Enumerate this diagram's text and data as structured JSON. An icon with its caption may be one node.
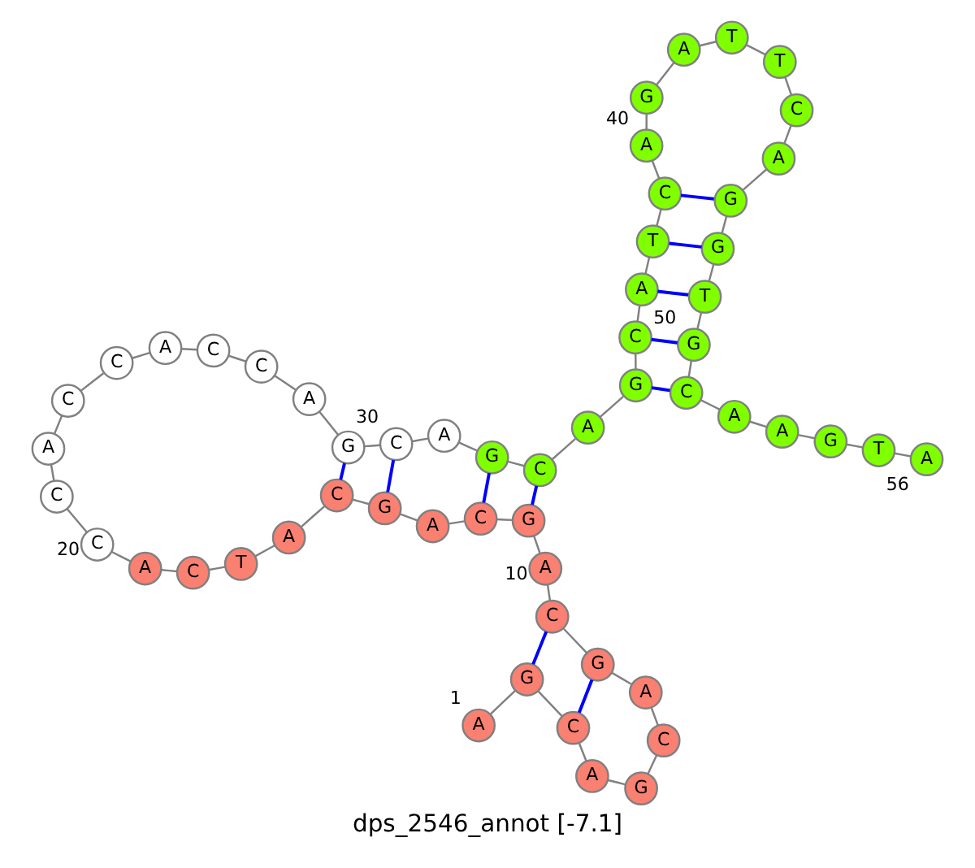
{
  "diagram": {
    "caption": "dps_2546_annot [-7.1]",
    "nodes": [
      {
        "text": [
          "A"
        ],
        "beside": [
          "1"
        ]
      },
      {
        "text": [
          "G"
        ]
      },
      {
        "text": [
          "C"
        ]
      },
      {
        "text": [
          "A"
        ]
      },
      {
        "text": [
          "G"
        ]
      },
      {
        "text": [
          "C"
        ]
      },
      {
        "text": [
          "A"
        ]
      },
      {
        "text": [
          "G"
        ]
      },
      {
        "text": [
          "C"
        ]
      },
      {
        "text": [
          "A"
        ],
        "beside": [
          "10"
        ]
      },
      {
        "text": [
          "G"
        ]
      },
      {
        "text": [
          "C"
        ]
      },
      {
        "text": [
          "A"
        ]
      },
      {
        "text": [
          "G"
        ]
      },
      {
        "text": [
          "C"
        ]
      },
      {
        "text": [
          "A"
        ]
      },
      {
        "text": [
          "T"
        ]
      },
      {
        "text": [
          "C"
        ]
      },
      {
        "text": [
          "A"
        ]
      },
      {
        "text": [
          "C"
        ],
        "beside": [
          "20"
        ]
      },
      {
        "text": [
          "C"
        ]
      },
      {
        "text": [
          "A"
        ]
      },
      {
        "text": [
          "C"
        ]
      },
      {
        "text": [
          "C"
        ]
      },
      {
        "text": [
          "A"
        ]
      },
      {
        "text": [
          "C"
        ]
      },
      {
        "text": [
          "C"
        ]
      },
      {
        "text": [
          "A"
        ]
      },
      {
        "text": [
          "G"
        ]
      },
      {
        "text": [
          "C"
        ],
        "beside": [
          "30"
        ]
      },
      {
        "text": [
          "A"
        ]
      },
      {
        "text": [
          "G"
        ]
      },
      {
        "text": [
          "C"
        ]
      },
      {
        "text": [
          "A"
        ]
      },
      {
        "text": [
          "G"
        ]
      },
      {
        "text": [
          "C"
        ]
      },
      {
        "text": [
          "A"
        ]
      },
      {
        "text": [
          "T"
        ]
      },
      {
        "text": [
          "C"
        ]
      },
      {
        "text": [
          "A"
        ],
        "beside": [
          "40"
        ]
      },
      {
        "text": [
          "G"
        ]
      },
      {
        "text": [
          "A"
        ]
      },
      {
        "text": [
          "T"
        ]
      },
      {
        "text": [
          "T"
        ]
      },
      {
        "text": [
          "C"
        ]
      },
      {
        "text": [
          "A"
        ]
      },
      {
        "text": [
          "G"
        ]
      },
      {
        "text": [
          "G"
        ]
      },
      {
        "text": [
          "T"
        ]
      },
      {
        "text": [
          "G"
        ],
        "beside": [
          "50"
        ]
      },
      {
        "text": [
          "C"
        ]
      },
      {
        "text": [
          "A"
        ]
      },
      {
        "text": [
          "A"
        ]
      },
      {
        "text": [
          "G"
        ]
      },
      {
        "text": [
          "T"
        ]
      },
      {
        "text": [
          "A"
        ],
        "beside": [
          "56"
        ]
      }
    ],
    "edges": [
      {
        "from": 0,
        "to": 1,
        "arrow": "none"
      },
      {
        "from": 1,
        "to": 2,
        "arrow": "none"
      },
      {
        "from": 2,
        "to": 3,
        "arrow": "none"
      },
      {
        "from": 3,
        "to": 4,
        "arrow": "none"
      },
      {
        "from": 4,
        "to": 5,
        "arrow": "none"
      },
      {
        "from": 5,
        "to": 6,
        "arrow": "none"
      },
      {
        "from": 6,
        "to": 7,
        "arrow": "none"
      },
      {
        "from": 7,
        "to": 8,
        "arrow": "none"
      },
      {
        "from": 8,
        "to": 9,
        "arrow": "none"
      },
      {
        "from": 9,
        "to": 10,
        "arrow": "none"
      },
      {
        "from": 10,
        "to": 11,
        "arrow": "none"
      },
      {
        "from": 11,
        "to": 12,
        "arrow": "none"
      },
      {
        "from": 12,
        "to": 13,
        "arrow": "none"
      },
      {
        "from": 13,
        "to": 14,
        "arrow": "none"
      },
      {
        "from": 14,
        "to": 15,
        "arrow": "none"
      },
      {
        "from": 15,
        "to": 16,
        "arrow": "none"
      },
      {
        "from": 16,
        "to": 17,
        "arrow": "none"
      },
      {
        "from": 17,
        "to": 18,
        "arrow": "none"
      },
      {
        "from": 18,
        "to": 19,
        "arrow": "none"
      },
      {
        "from": 19,
        "to": 20,
        "arrow": "none"
      },
      {
        "from": 20,
        "to": 21,
        "arrow": "none"
      },
      {
        "from": 21,
        "to": 22,
        "arrow": "none"
      },
      {
        "from": 22,
        "to": 23,
        "arrow": "none"
      },
      {
        "from": 23,
        "to": 24,
        "arrow": "none"
      },
      {
        "from": 24,
        "to": 25,
        "arrow": "none"
      },
      {
        "from": 25,
        "to": 26,
        "arrow": "none"
      },
      {
        "from": 26,
        "to": 27,
        "arrow": "none"
      },
      {
        "from": 27,
        "to": 28,
        "arrow": "none"
      },
      {
        "from": 28,
        "to": 29,
        "arrow": "none"
      },
      {
        "from": 29,
        "to": 30,
        "arrow": "none"
      },
      {
        "from": 30,
        "to": 31,
        "arrow": "none"
      },
      {
        "from": 31,
        "to": 32,
        "arrow": "none"
      },
      {
        "from": 32,
        "to": 33,
        "arrow": "none"
      },
      {
        "from": 33,
        "to": 34,
        "arrow": "none"
      },
      {
        "from": 34,
        "to": 35,
        "arrow": "none"
      },
      {
        "from": 35,
        "to": 36,
        "arrow": "none"
      },
      {
        "from": 36,
        "to": 37,
        "arrow": "none"
      },
      {
        "from": 37,
        "to": 38,
        "arrow": "none"
      },
      {
        "from": 38,
        "to": 39,
        "arrow": "none"
      },
      {
        "from": 39,
        "to": 40,
        "arrow": "none"
      },
      {
        "from": 40,
        "to": 41,
        "arrow": "none"
      },
      {
        "from": 41,
        "to": 42,
        "arrow": "none"
      },
      {
        "from": 42,
        "to": 43,
        "arrow": "none"
      },
      {
        "from": 43,
        "to": 44,
        "arrow": "none"
      },
      {
        "from": 44,
        "to": 45,
        "arrow": "none"
      },
      {
        "from": 45,
        "to": 46,
        "arrow": "none"
      },
      {
        "from": 46,
        "to": 47,
        "arrow": "none"
      },
      {
        "from": 47,
        "to": 48,
        "arrow": "none"
      },
      {
        "from": 48,
        "to": 49,
        "arrow": "none"
      },
      {
        "from": 49,
        "to": 50,
        "arrow": "none"
      },
      {
        "from": 50,
        "to": 51,
        "arrow": "none"
      },
      {
        "from": 51,
        "to": 52,
        "arrow": "none"
      },
      {
        "from": 52,
        "to": 53,
        "arrow": "none"
      },
      {
        "from": 53,
        "to": 54,
        "arrow": "none"
      },
      {
        "from": 54,
        "to": 55,
        "arrow": "none"
      },
      {
        "from": 1,
        "to": 8,
        "arrow": "none",
        "color": "#0000ff"
      },
      {
        "from": 2,
        "to": 7,
        "arrow": "none",
        "color": "#0000ff"
      },
      {
        "from": 10,
        "to": 32,
        "arrow": "none",
        "color": "#0000ff"
      },
      {
        "from": 11,
        "to": 31,
        "arrow": "none",
        "color": "#0000ff"
      },
      {
        "from": 13,
        "to": 29,
        "arrow": "none",
        "color": "#0000ff"
      },
      {
        "from": 14,
        "to": 28,
        "arrow": "none",
        "color": "#0000ff"
      },
      {
        "from": 34,
        "to": 50,
        "arrow": "none",
        "color": "#0000ff"
      },
      {
        "from": 35,
        "to": 49,
        "arrow": "none",
        "color": "#0000ff"
      },
      {
        "from": 36,
        "to": 48,
        "arrow": "none",
        "color": "#0000ff"
      },
      {
        "from": 37,
        "to": 47,
        "arrow": "none",
        "color": "#0000ff"
      },
      {
        "from": 38,
        "to": 46,
        "arrow": "none",
        "color": "#0000ff"
      }
    ]
  }
}
